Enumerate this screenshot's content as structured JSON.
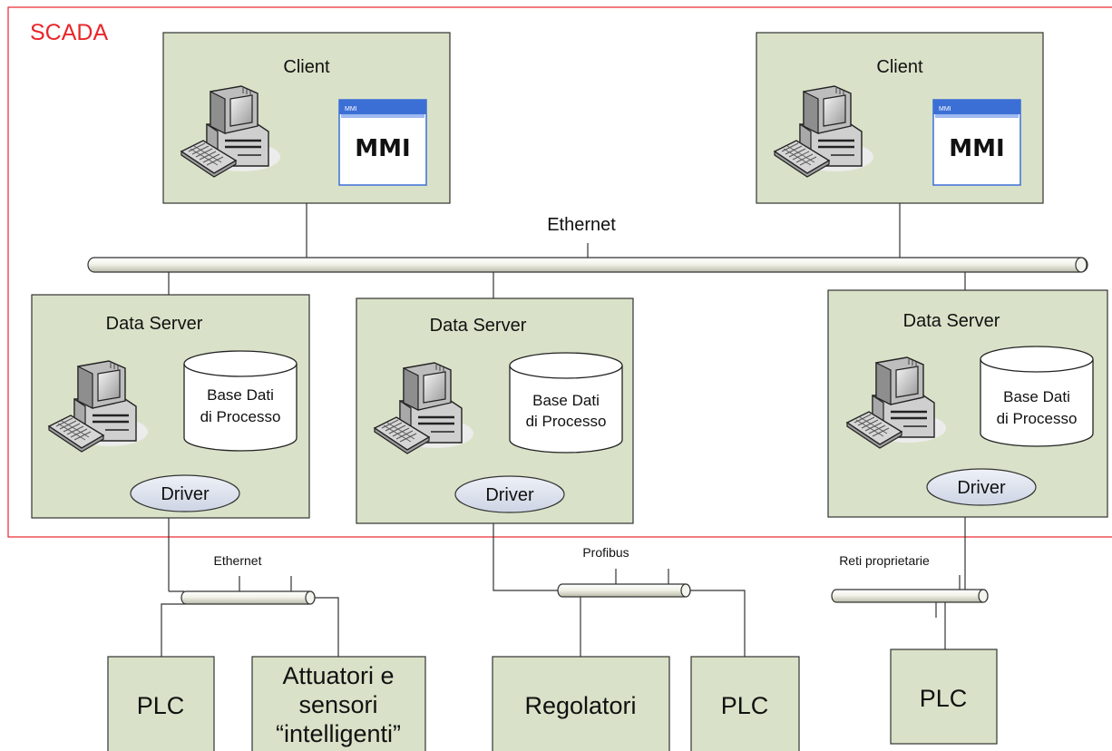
{
  "scada_label": "SCADA",
  "colors": {
    "scada_frame": "#e8262a",
    "box_fill": "#d9e2c8",
    "driver_fill": "#dfe4ef",
    "mmi_blue": "#3c6fd6"
  },
  "clients": [
    {
      "title": "Client",
      "mmi_label": "MMI",
      "mmi_bar": "MMI"
    },
    {
      "title": "Client",
      "mmi_label": "MMI",
      "mmi_bar": "MMI"
    }
  ],
  "main_network": "Ethernet",
  "servers": [
    {
      "title": "Data Server",
      "db_line1": "Base Dati",
      "db_line2": "di Processo",
      "driver": "Driver"
    },
    {
      "title": "Data Server",
      "db_line1": "Base Dati",
      "db_line2": "di Processo",
      "driver": "Driver"
    },
    {
      "title": "Data Server",
      "db_line1": "Base Dati",
      "db_line2": "di Processo",
      "driver": "Driver"
    }
  ],
  "field_networks": [
    "Ethernet",
    "Profibus",
    "Reti proprietarie"
  ],
  "devices": [
    {
      "lines": [
        "PLC"
      ]
    },
    {
      "lines": [
        "Attuatori e",
        "sensori",
        "“intelligenti”"
      ]
    },
    {
      "lines": [
        "Regolatori"
      ]
    },
    {
      "lines": [
        "PLC"
      ]
    },
    {
      "lines": [
        "PLC"
      ]
    }
  ]
}
